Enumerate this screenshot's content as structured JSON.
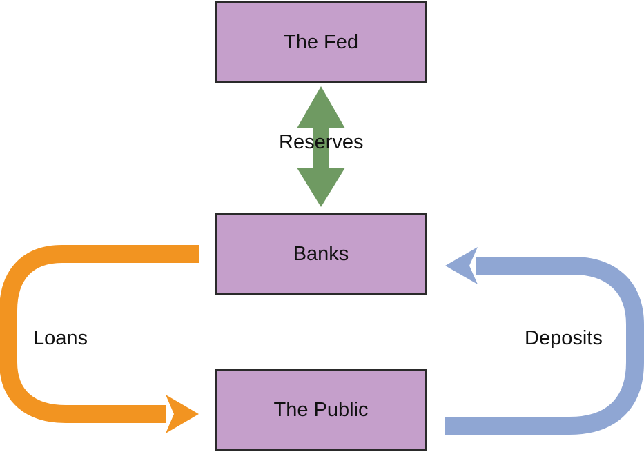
{
  "colors": {
    "box_fill": "#c59fcb",
    "box_border": "#2a2a2a",
    "reserves_arrow": "#6f9a62",
    "loans_arrow": "#f29421",
    "deposits_arrow": "#8fa6d3"
  },
  "nodes": {
    "fed": "The Fed",
    "banks": "Banks",
    "public": "The Public"
  },
  "edges": {
    "reserves": "Reserves",
    "loans": "Loans",
    "deposits": "Deposits"
  },
  "icons": {
    "reserves": "double-headed-arrow-icon",
    "loans": "u-turn-arrow-icon",
    "deposits": "u-turn-arrow-icon"
  }
}
